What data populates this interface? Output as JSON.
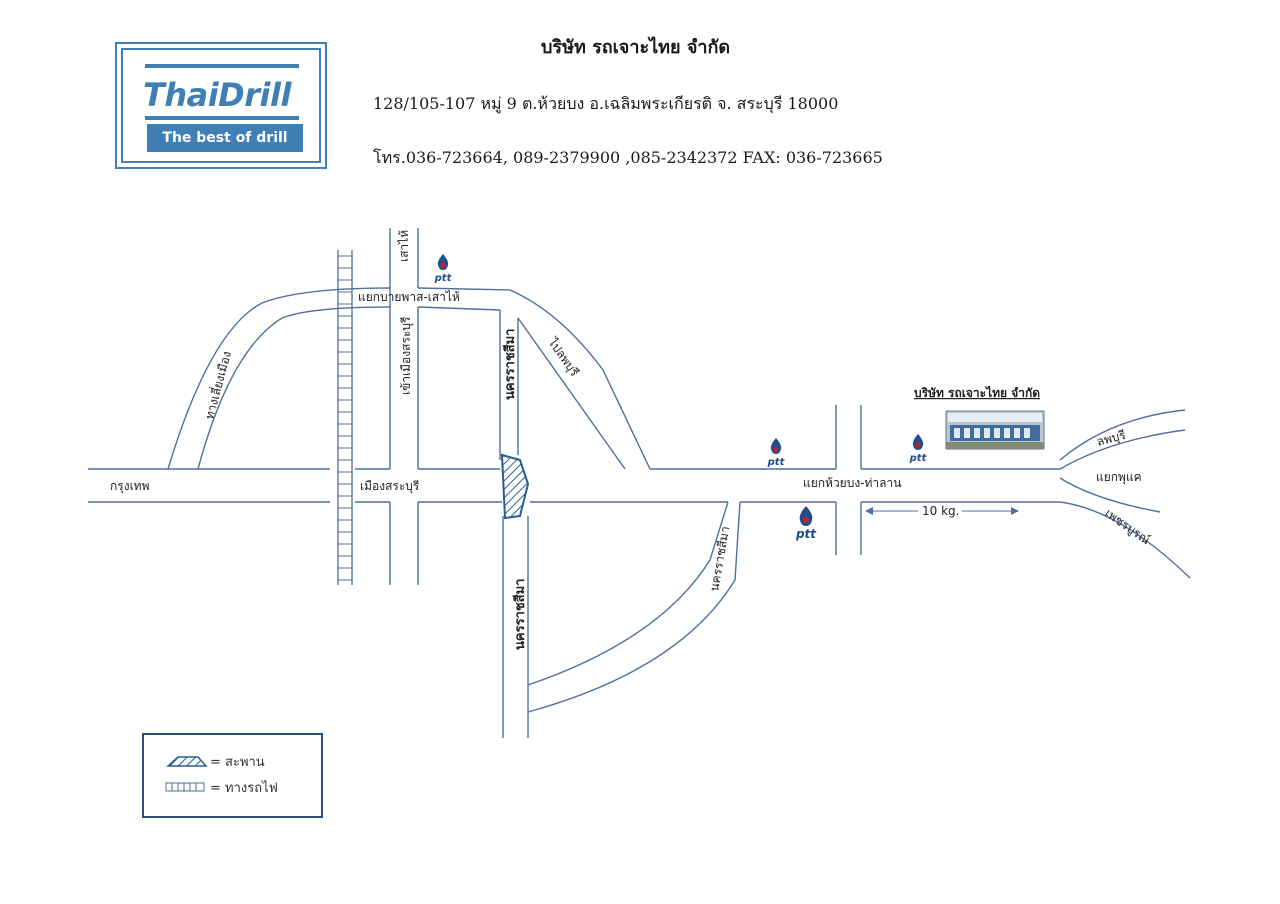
{
  "header": {
    "logo_name": "ThaiDrill",
    "logo_slogan": "The best of drill",
    "company_name": "บริษัท  รถเจาะไทย จำกัด",
    "address": "128/105-107 หมู่ 9 ต.ห้วยบง  อ.เฉลิมพระเกียรติ  จ. สระบุรี  18000",
    "phones": "โทร.036-723664,  089-2379900 ,085-2342372    FAX: 036-723665"
  },
  "map": {
    "labels": {
      "bangkok": "กรุงเทพ",
      "mueang_saraburi": "เมืองสระบุรี",
      "bypass_junction": "แยกบายพาส-เสาไห้",
      "sao_hai": "เสาไห้",
      "bypass_road": "ทางเลี่ยงเมือง",
      "saraburi_road": "เข้าเมืองสระบุรี",
      "nakhon_ratchasima_north": "นครราชสีมา",
      "nakhon_ratchasima_south": "นครราชสีมา",
      "nakhon_ratchasima_east": "นครราชสีมา",
      "to_lopburi": "ไปลพบุรี",
      "huai_bong_junction": "แยกห้วยบง-ท่าลาน",
      "distance": "10 kg.",
      "company_on_map": "บริษัท  รถเจาะไทย จำกัด",
      "lopburi": "ลพบุรี",
      "phukae_junction": "แยกพุแค",
      "phetchabun": "เพชรบูรณ์"
    },
    "ptt_label": "ptt",
    "colors": {
      "road": "#4f6f9e",
      "ptt_blue": "#1f4e8c",
      "ptt_red": "#c8202b"
    }
  },
  "legend": {
    "bridge": "=  สะพาน",
    "railway": "= ทางรถไฟ"
  }
}
